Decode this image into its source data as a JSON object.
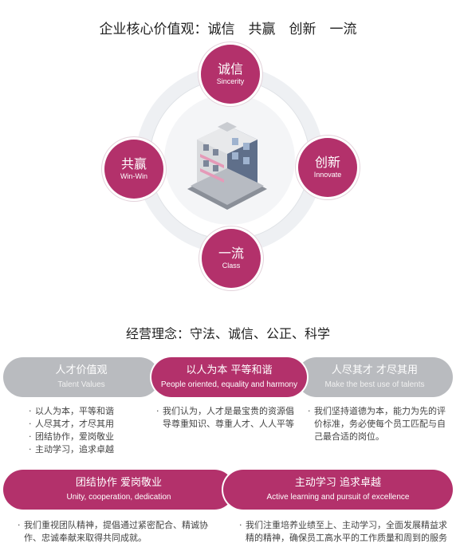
{
  "core_values": {
    "title": "企业核心价值观：诚信　共赢　创新　一流",
    "items": [
      {
        "zh": "诚信",
        "en": "Sincerity"
      },
      {
        "zh": "创新",
        "en": "Innovate"
      },
      {
        "zh": "共赢",
        "en": "Win-Win"
      },
      {
        "zh": "一流",
        "en": "Class"
      }
    ]
  },
  "philosophy": {
    "title": "经营理念：守法、诚信、公正、科学",
    "pills": [
      {
        "zh": "人才价值观",
        "en": "Talent Values"
      },
      {
        "zh": "以人为本 平等和谐",
        "en": "People oriented, equality and harmony"
      },
      {
        "zh": "人尽其才 才尽其用",
        "en": "Make the best use of talents"
      },
      {
        "zh": "团结协作 爱岗敬业",
        "en": "Unity, cooperation, dedication"
      },
      {
        "zh": "主动学习 追求卓越",
        "en": "Active learning and pursuit of excellence"
      }
    ],
    "talent_list": [
      "以人为本，平等和谐",
      "人尽其才，才尽其用",
      "团结协作，爱岗敬业",
      "主动学习，追求卓越"
    ],
    "people_text": "我们认为，人才是最宝贵的资源倡导尊重知识、尊重人才、人人平等",
    "talent_use_text": "我们坚持道德为本，能力为先的评价标准，务必使每个员工匹配与自己最合适的岗位。",
    "unity_text": "我们重视团队精神，提倡通过紧密配合、精诚协作、忠诚奉献来取得共同成就。",
    "learning_text": "我们注重培养业绩至上、主动学习，全面发展精益求精的精神，确保员工高水平的工作质量和周到的服务"
  },
  "colors": {
    "accent": "#b3316b",
    "gray_pill": "#b9bbbf"
  },
  "icons": [
    "building-illustration"
  ]
}
